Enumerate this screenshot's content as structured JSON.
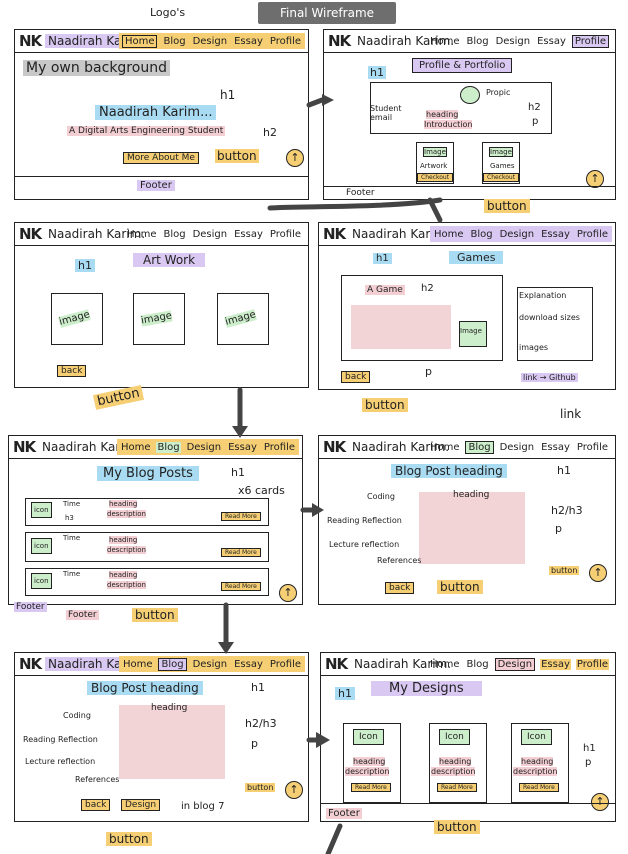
{
  "title": "Final Wireframe",
  "logos_annotation": "Logo's",
  "header": {
    "logo": "NK",
    "brand": "Naadirah Karim.",
    "nav": [
      "Home",
      "Blog",
      "Design",
      "Essay",
      "Profile"
    ]
  },
  "annotations": {
    "button": "button",
    "h1": "h1",
    "h2": "h2",
    "p": "p",
    "link": "link",
    "footer": "Footer",
    "h2h3": "h2/h3"
  },
  "frame1": {
    "background_note": "My own background",
    "h1_text": "Naadirah Karim...",
    "h2_text": "A Digital Arts Engineering Student",
    "button_label": "More About Me"
  },
  "frame2": {
    "heading": "Profile & Portfolio",
    "propic": "Propic",
    "student_email": "Student\nemail",
    "heading_label": "heading",
    "intro": "Introduction",
    "card1_image": "Image",
    "card1_label": "Artwork",
    "card1_btn": "Checkout",
    "card2_image": "Image",
    "card2_label": "Games",
    "card2_btn": "Checkout"
  },
  "frame3": {
    "heading": "Art Work",
    "images": [
      "image",
      "image",
      "image"
    ],
    "back": "back"
  },
  "frame4": {
    "heading": "Games",
    "game_h2": "A Game",
    "image": "Image",
    "list": [
      "Explanation",
      "download sizes",
      "images"
    ],
    "back": "back",
    "link_github": "link → Github"
  },
  "frame5": {
    "heading": "My Blog Posts",
    "cards_note": "x6 cards",
    "cards": [
      {
        "icon": "icon",
        "time": "Time",
        "heading": "heading",
        "desc": "description",
        "btn": "Read More",
        "h3": "h3"
      },
      {
        "icon": "icon",
        "time": "Time",
        "heading": "heading",
        "desc": "description",
        "btn": "Read More"
      },
      {
        "icon": "icon",
        "time": "Time",
        "heading": "heading",
        "desc": "description",
        "btn": "Read More"
      }
    ]
  },
  "frame6": {
    "heading": "Blog Post heading",
    "labels": [
      "Coding",
      "Reading Reflection",
      "Lecture reflection",
      "References"
    ],
    "sub_heading": "heading",
    "back": "back"
  },
  "frame7": {
    "heading": "Blog Post heading",
    "labels": [
      "Coding",
      "Reading Reflection",
      "Lecture reflection",
      "References"
    ],
    "sub_heading": "heading",
    "back": "back",
    "design": "Design",
    "note": "in blog 7"
  },
  "frame8": {
    "heading": "My Designs",
    "cards": [
      {
        "icon": "Icon",
        "heading": "heading",
        "desc": "description",
        "btn": "Read More"
      },
      {
        "icon": "Icon",
        "heading": "heading",
        "desc": "description",
        "btn": "Read More"
      },
      {
        "icon": "Icon",
        "heading": "heading",
        "desc": "description",
        "btn": "Read More"
      }
    ]
  }
}
